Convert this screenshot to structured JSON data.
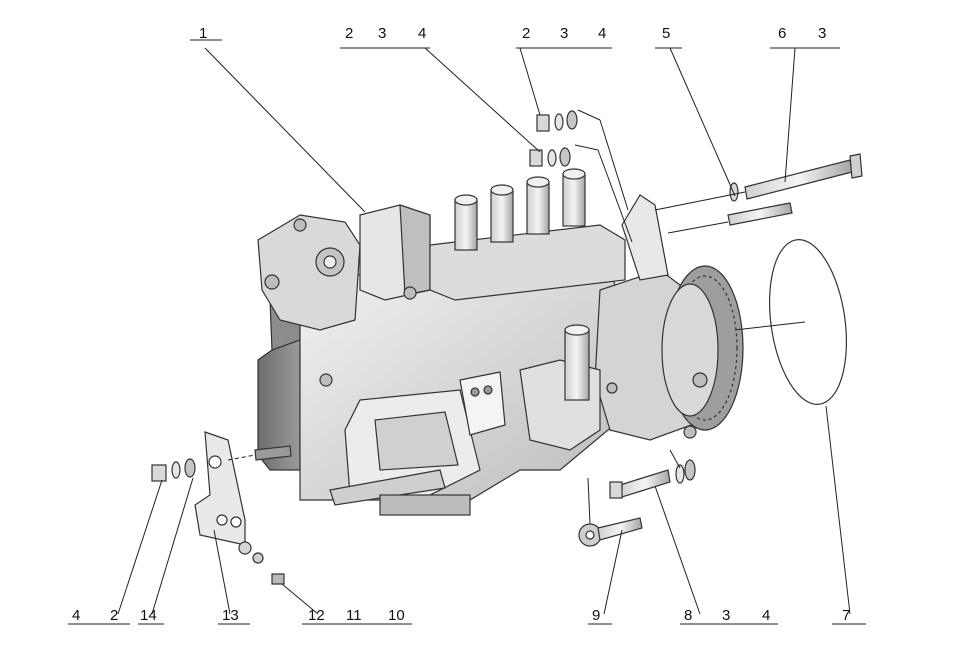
{
  "callouts": {
    "c1": {
      "nums": [
        "1"
      ]
    },
    "c2": {
      "nums": [
        "2",
        "3",
        "4"
      ]
    },
    "c3": {
      "nums": [
        "2",
        "3",
        "4"
      ]
    },
    "c4": {
      "nums": [
        "5"
      ]
    },
    "c5": {
      "nums": [
        "6",
        "3"
      ]
    },
    "c6": {
      "nums": [
        "4",
        "2"
      ]
    },
    "c7": {
      "nums": [
        "14"
      ]
    },
    "c8": {
      "nums": [
        "13"
      ]
    },
    "c9": {
      "nums": [
        "12",
        "11",
        "10"
      ]
    },
    "c10": {
      "nums": [
        "9"
      ]
    },
    "c11": {
      "nums": [
        "8",
        "3",
        "4"
      ]
    },
    "c12": {
      "nums": [
        "7"
      ]
    }
  }
}
